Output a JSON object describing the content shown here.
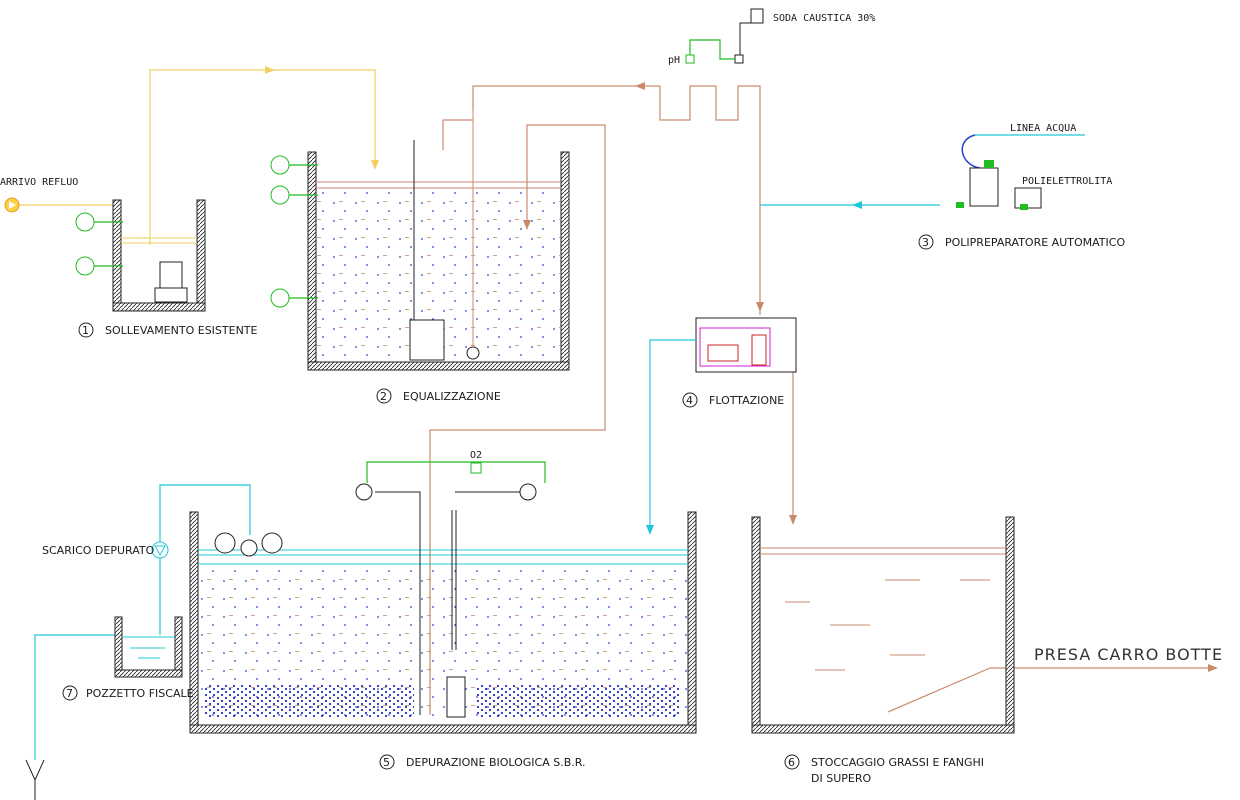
{
  "labels": {
    "arrivo": "ARRIVO REFLUO",
    "soda": "SODA CAUSTICA 30%",
    "ph": "pH",
    "linea_acqua": "LINEA ACQUA",
    "polielettrolita": "POLIELETTROLITA",
    "o2": "O2",
    "scarico": "SCARICO DEPURATO",
    "presa": "PRESA CARRO BOTTE"
  },
  "units": [
    {
      "num": "1",
      "name": "SOLLEVAMENTO ESISTENTE"
    },
    {
      "num": "2",
      "name": "EQUALIZZAZIONE"
    },
    {
      "num": "3",
      "name": "POLIPREPARATORE AUTOMATICO"
    },
    {
      "num": "4",
      "name": "FLOTTAZIONE"
    },
    {
      "num": "5",
      "name": "DEPURAZIONE BIOLOGICA S.B.R."
    },
    {
      "num": "6",
      "name": "STOCCAGGIO GRASSI E FANGHI",
      "name2": "DI SUPERO"
    },
    {
      "num": "7",
      "name": "POZZETTO FISCALE"
    }
  ],
  "colors": {
    "influent_line": "#f0d060",
    "sludge_line": "#c98a6c",
    "water_line": "#20c8d8",
    "instrument_line": "#22bb22"
  }
}
